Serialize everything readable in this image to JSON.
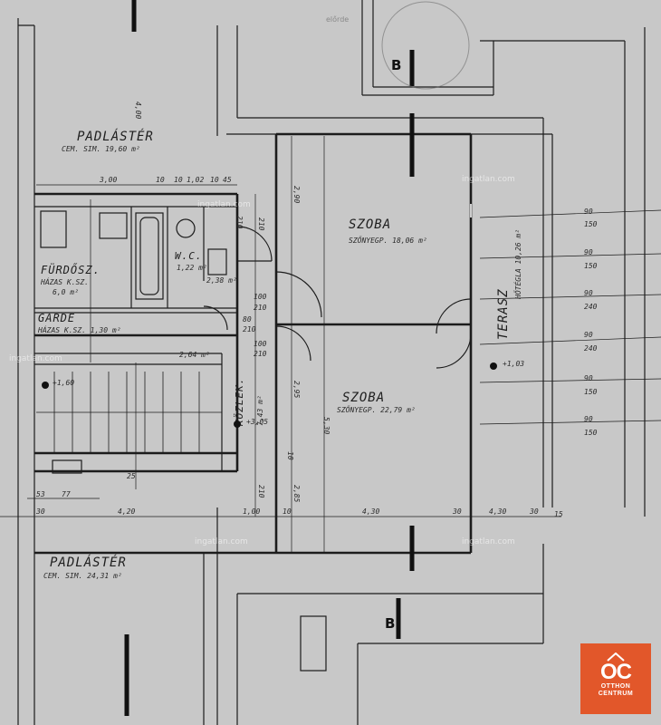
{
  "rooms": {
    "attic_top": {
      "name": "PADLÁSTÉR",
      "sub": "CEM. SIM. 19,60 m²"
    },
    "bath": {
      "name": "FÜRDŐSZ.",
      "sub1": "HÁZAS K.SZ.",
      "sub2": "6,0 m²"
    },
    "wc": {
      "name": "W.C.",
      "sub": "1,22 m²"
    },
    "garde": {
      "name": "GARDE",
      "sub": "HÁZAS K.SZ. 1,30 m²"
    },
    "room1": {
      "name": "SZOBA",
      "sub": "SZŐNYEGP. 18,06 m²"
    },
    "room2": {
      "name": "SZOBA",
      "sub": "SZŐNYEGP. 22,79 m²"
    },
    "hall": {
      "name": "KÖZLEK.",
      "sub": "7,43 m²"
    },
    "terrace": {
      "name": "TERASZ",
      "sub": "HŐTÉGLA 10,26 m²"
    },
    "attic_bottom": {
      "name": "PADLÁSTÉR",
      "sub": "CEM. SIM. 24,31 m²"
    }
  },
  "section_marks": {
    "top": "B",
    "bottom": "B"
  },
  "dims": {
    "d300": "3,00",
    "d10a": "10",
    "d10b": "10",
    "d102": "1,02",
    "d10c": "10",
    "d45": "45",
    "d400": "4,00",
    "d290": "2,90",
    "d295": "2,95",
    "d530": "5,30",
    "d285": "2,85",
    "d420": "4,20",
    "d430a": "4,30",
    "d430b": "4,30",
    "d30a": "30",
    "d30b": "30",
    "d30c": "30",
    "d15": "15",
    "d160": "+1,60",
    "d305": "+3,05",
    "d303": "+1,03",
    "d264": "2,64 m²",
    "d238": "2,38 m²",
    "d100": "1,00",
    "d53": "53",
    "d77": "77",
    "d10d": "10",
    "d10e": "10",
    "d25": "25",
    "d210a": "210",
    "d210b": "210",
    "d100b": "100",
    "d210c": "210",
    "d80": "80",
    "d210d": "210",
    "d100c": "100",
    "d210e": "210",
    "d210f": "210",
    "d150": "150",
    "d240": "240"
  },
  "windows": [
    {
      "top": "90",
      "bottom": "150"
    },
    {
      "top": "90",
      "bottom": "150"
    },
    {
      "top": "90",
      "bottom": "240"
    },
    {
      "top": "90",
      "bottom": "240"
    },
    {
      "top": "90",
      "bottom": "150"
    },
    {
      "top": "90",
      "bottom": "150"
    }
  ],
  "stamp_text": "előrde",
  "watermark": "ingatlan.com",
  "logo": {
    "mark": "OC",
    "line1": "OTTHON",
    "line2": "CENTRUM"
  }
}
